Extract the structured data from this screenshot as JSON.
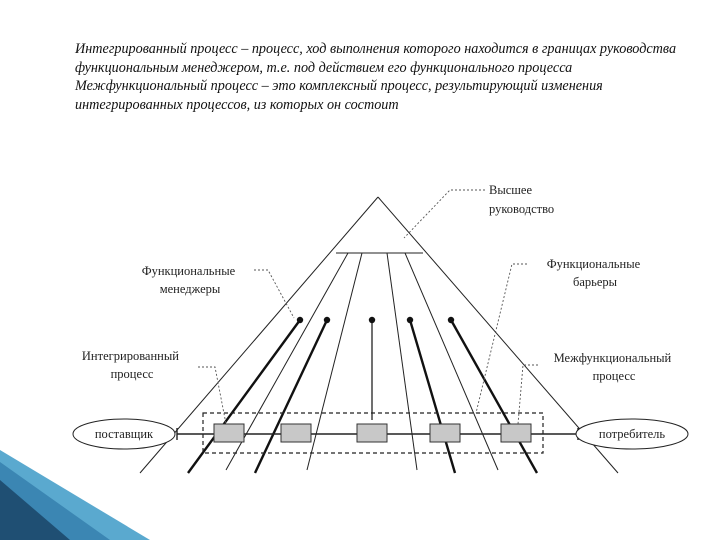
{
  "text": {
    "definition_integrated": "Интегрированный процесс – процесс, ход выполнения которого находится в границах руководства функциональным менеджером, т.е. под действием его функционального процесса",
    "definition_cross_functional": "Межфункциональный процесс – это комплексный процесс, результирующий изменения интегрированных процессов, из которых он состоит"
  },
  "labels": {
    "top_management": [
      "Высшее",
      "руководство"
    ],
    "functional_managers": [
      "Функциональные",
      "менеджеры"
    ],
    "functional_barriers": [
      "Функциональные",
      "барьеры"
    ],
    "integrated_process": [
      "Интегрированный",
      "процесс"
    ],
    "cross_functional_process": [
      "Межфункциональный",
      "процесс"
    ],
    "supplier": "поставщик",
    "consumer": "потребитель"
  },
  "colors": {
    "line": "#222222",
    "box_fill": "#c8c8c8",
    "leader": "#444444",
    "corner_dark": "#1f4f73",
    "corner_light": "#5aa9cf"
  }
}
